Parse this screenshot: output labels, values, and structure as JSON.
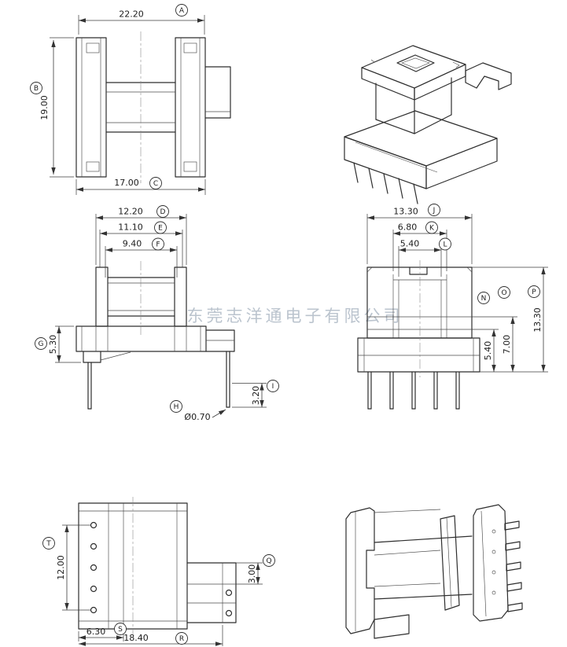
{
  "watermark": "东莞志洋通电子有限公司",
  "dims": {
    "A": {
      "label": "A",
      "value": "22.20"
    },
    "B": {
      "label": "B",
      "value": "19.00"
    },
    "C": {
      "label": "C",
      "value": "17.00"
    },
    "D": {
      "label": "D",
      "value": "12.20"
    },
    "E": {
      "label": "E",
      "value": "11.10"
    },
    "F": {
      "label": "F",
      "value": "9.40"
    },
    "G": {
      "label": "G",
      "value": "5.30"
    },
    "H": {
      "label": "H",
      "value": "Ø0.70"
    },
    "I": {
      "label": "I",
      "value": "3.20"
    },
    "J": {
      "label": "J",
      "value": "13.30"
    },
    "K": {
      "label": "K",
      "value": "6.80"
    },
    "L": {
      "label": "L",
      "value": "5.40"
    },
    "N": {
      "label": "N",
      "value": "5.40"
    },
    "O": {
      "label": "O",
      "value": "7.00"
    },
    "P": {
      "label": "P",
      "value": "13.30"
    },
    "Q": {
      "label": "Q",
      "value": "3.00"
    },
    "R": {
      "label": "R",
      "value": "18.40"
    },
    "S": {
      "label": "S",
      "value": "6.30"
    },
    "T": {
      "label": "T",
      "value": "12.00"
    }
  }
}
